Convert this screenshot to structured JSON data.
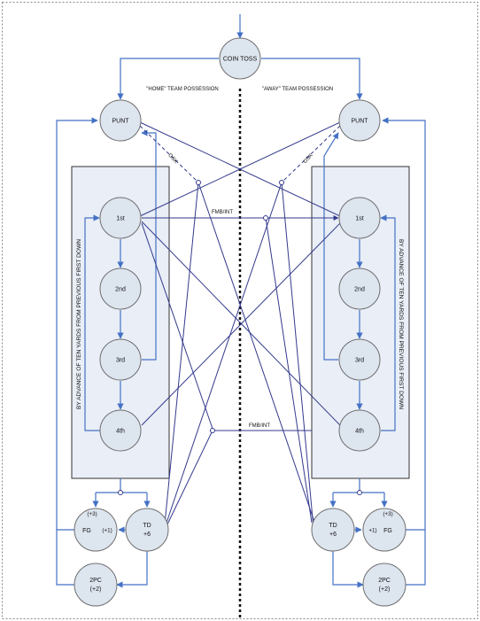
{
  "colors": {
    "flow_blue": "#4472c4",
    "cross_navy": "#333a8c",
    "node_fill": "#dde5ef",
    "node_stroke": "#6f6f6f",
    "panel_fill": "#e9eef7",
    "panel_stroke": "#333333",
    "divider": "#111111",
    "frame": "#888888"
  },
  "nodes": {
    "coin_toss": "COIN TOSS",
    "home_punt": "PUNT",
    "away_punt": "PUNT",
    "home_downs": [
      "1st",
      "2nd",
      "3rd",
      "4th"
    ],
    "away_downs": [
      "1st",
      "2nd",
      "3rd",
      "4th"
    ],
    "home_fg": {
      "top": "(+3)",
      "main": "FG",
      "side": "(+1)"
    },
    "away_fg": {
      "top": "(+3)",
      "main": "FG",
      "side": "+1)"
    },
    "home_td": {
      "line1": "TD",
      "line2": "+6"
    },
    "away_td": {
      "line1": "TD",
      "line2": "+6"
    },
    "home_2pc": {
      "line1": "2PC",
      "line2": "(+2)"
    },
    "away_2pc": {
      "line1": "2PC",
      "line2": "(+2)"
    }
  },
  "labels": {
    "home_possession": "\"HOME\" TEAM POSSESSION",
    "away_possession": "\"AWAY\" TEAM POSSESSION",
    "home_first_down_rule": "BY ADVANCE OF TEN YARDS FROM PREVIOUS FIRST DOWN",
    "away_first_down_rule": "BY ADVANCE OF TEN YARDS FROM PREVIOUS FIRST DOWN",
    "home_osk": "OSK",
    "away_osk": "OSK",
    "turnover_top": "FMB/INT",
    "turnover_bottom": "FMB/INT"
  }
}
